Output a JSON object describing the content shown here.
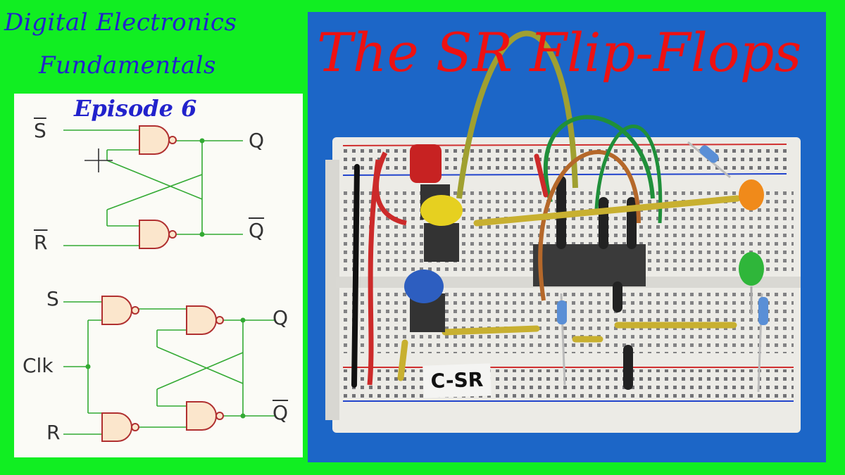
{
  "header": {
    "line1": "Digital Electronics",
    "line2": "Fundamentals",
    "episode": "Episode 6"
  },
  "video_title": "The SR Flip-Flops",
  "breadboard": {
    "label": "C-SR"
  },
  "schematic_top": {
    "input_s": "S",
    "input_r": "R",
    "output_q": "Q",
    "output_qbar": "Q"
  },
  "schematic_bottom": {
    "input_s": "S",
    "input_clk": "Clk",
    "input_r": "R",
    "output_q": "Q",
    "output_qbar": "Q"
  },
  "colors": {
    "border_green": "#11ee22",
    "title_blue": "#2222cc",
    "title_red": "#ee1111",
    "photo_bg": "#1c66c7",
    "wire_green": "#33aa33",
    "gate_fill": "#fbe6cc",
    "gate_stroke": "#b03030"
  }
}
